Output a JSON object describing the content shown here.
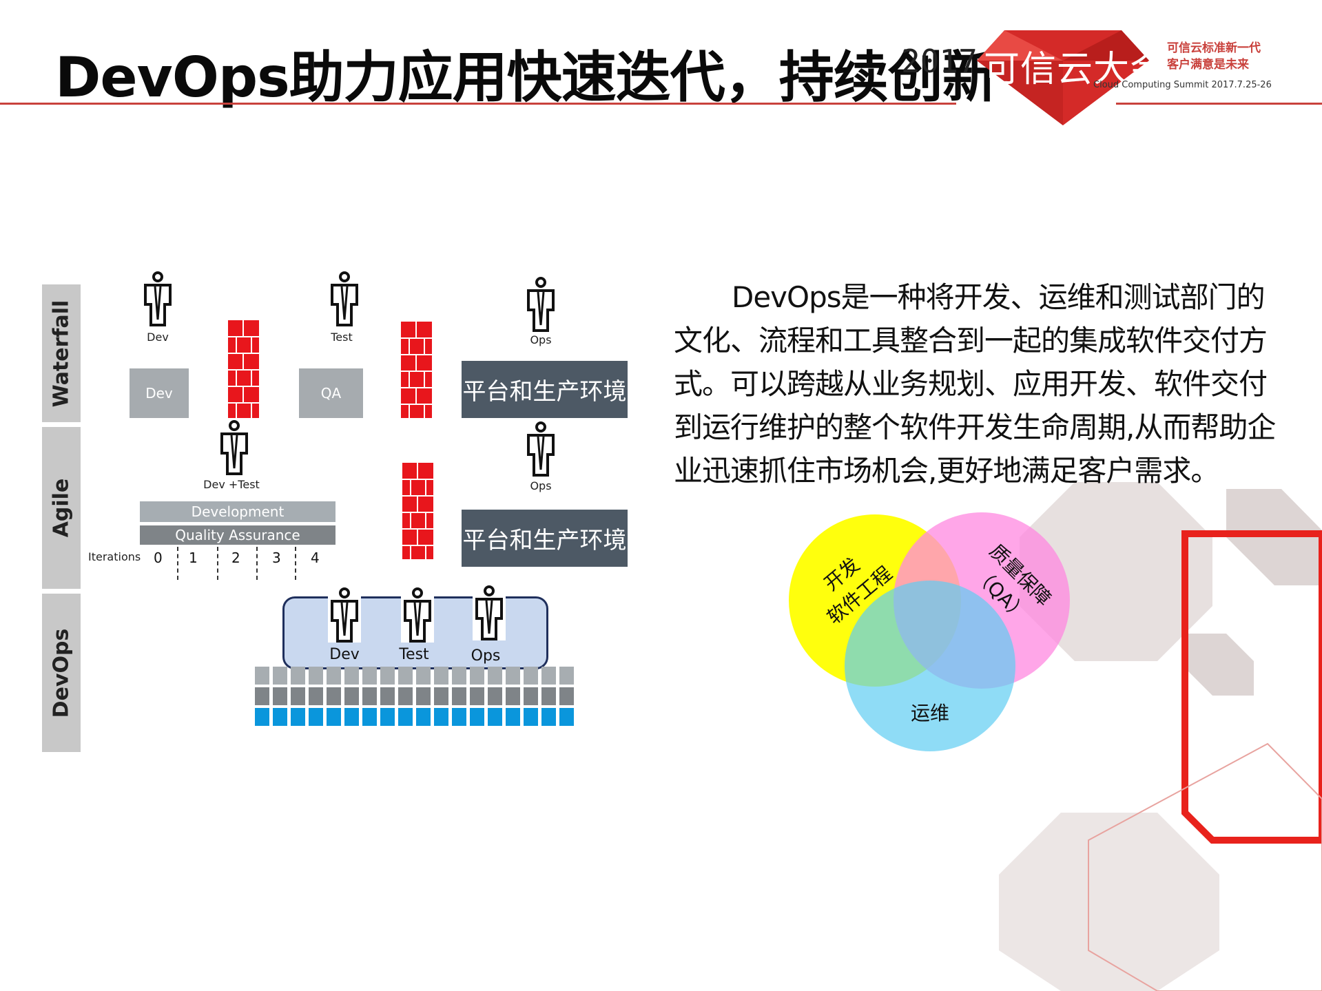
{
  "title": "DevOps助力应用快速迭代，持续创新",
  "logo": {
    "year": "2017",
    "name": "可信云大会",
    "tagline_1": "可信云标准新一代",
    "tagline_2": "客户满意是未来",
    "summit": "Cloud Computing Summit 2017.7.25-26"
  },
  "colors": {
    "accent_red": "#c9413c",
    "wall_red": "#e8161c",
    "dark_box": "#4d5965",
    "gray_box": "#a6abaf",
    "venn_yellow": "#ffff00",
    "venn_pink": "#ff99e6",
    "venn_blue": "#6dd4f5"
  },
  "diagram": {
    "rows": [
      "Waterfall",
      "Agile",
      "DevOps"
    ],
    "waterfall": {
      "people": [
        "Dev",
        "Test",
        "Ops"
      ],
      "boxes": [
        "Dev",
        "QA"
      ],
      "env_box": "平台和生产环境"
    },
    "agile": {
      "people": [
        "Dev +Test",
        "Ops"
      ],
      "bars": [
        "Development",
        "Quality Assurance"
      ],
      "iterations_label": "Iterations",
      "iterations": [
        "0",
        "1",
        "2",
        "3",
        "4"
      ],
      "env_box": "平台和生产环境"
    },
    "devops": {
      "people": [
        "Dev",
        "Test",
        "Ops"
      ]
    }
  },
  "description": "DevOps是一种将开发、运维和测试部门的文化、流程和工具整合到一起的集成软件交付方式。可以跨越从业务规划、应用开发、软件交付到运行维护的整个软件开发生命周期,从而帮助企业迅速抓住市场机会,更好地满足客户需求。",
  "venn": {
    "dev_line1": "开发",
    "dev_line2": "软件工程",
    "qa_line1": "质量保障",
    "qa_line2": "（QA）",
    "ops": "运维"
  }
}
